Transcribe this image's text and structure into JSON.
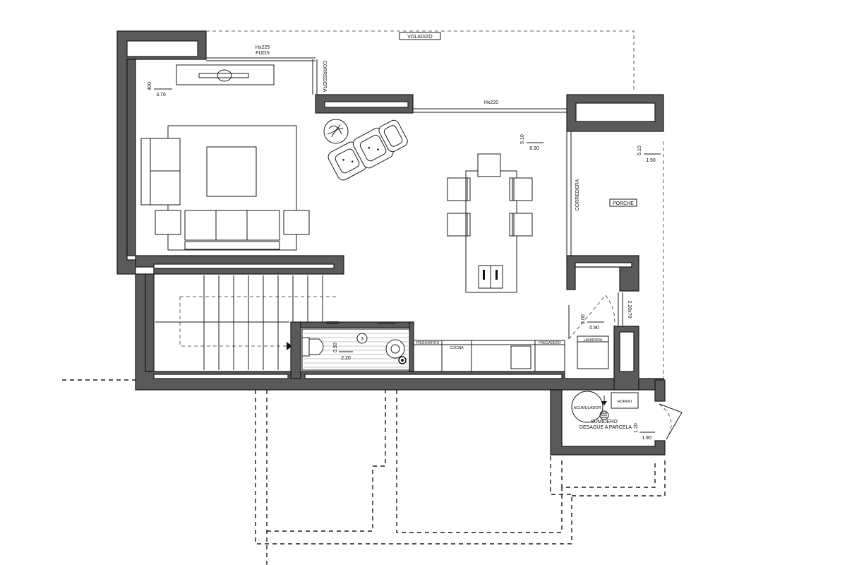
{
  "labels": {
    "volado": "VOLADIZO",
    "fijos_dim": "Hx225",
    "fijos": "FIJOS",
    "corredera_top": "CORREDERA",
    "window_main": "Hx220",
    "living_h": "400",
    "living_w": "3.70",
    "dining_h": "5.10",
    "dining_w": "8.90",
    "porch_h": "5.10",
    "porch_w": "1.90",
    "porche": "PORCHE",
    "corredera_side": "CORREDERA",
    "door_side": "2.20x70",
    "door_h": "2.00",
    "door_w": "0.90",
    "bath_number": "3",
    "bath_h": "0.90",
    "bath_w": "2.20",
    "kitchen_lbl_1": "FRIGORIFICO",
    "kitchen_lbl_2": "COCINA",
    "kitchen_lbl_3": "FREGADERO",
    "lavadora": "LAVADORA",
    "acumulador": "ACUMULADOR",
    "horno": "HORNO",
    "sumidero": "SUMIDERO",
    "desague": "DESAGÜE A PARCELA",
    "utility_h": "1.20",
    "utility_w": "1.90"
  }
}
